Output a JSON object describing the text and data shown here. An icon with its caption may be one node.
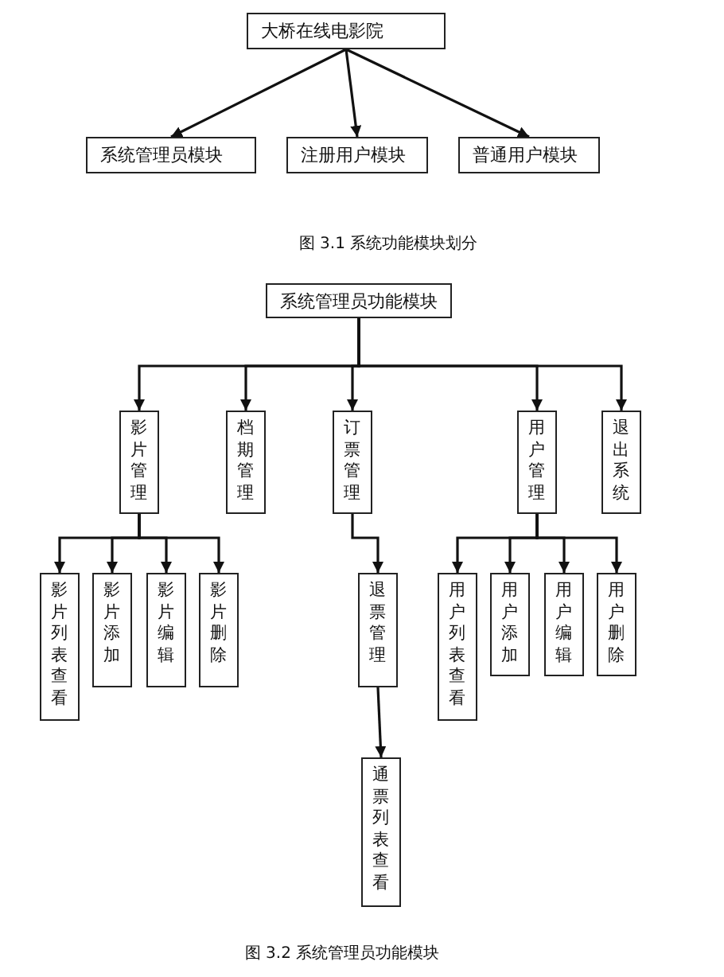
{
  "diagram": {
    "nodes": [
      {
        "text": [
          "大桥在线电影院"
        ]
      },
      {
        "text": [
          "系统管理员模块"
        ]
      },
      {
        "text": [
          "注册用户模块"
        ]
      },
      {
        "text": [
          "普通用户模块"
        ]
      },
      {
        "text": [
          "系统管理员功能模块"
        ]
      },
      {
        "text": [
          "影片管理"
        ]
      },
      {
        "text": [
          "档期管理"
        ]
      },
      {
        "text": [
          "订票管理"
        ]
      },
      {
        "text": [
          "用户管理"
        ]
      },
      {
        "text": [
          "退出系统"
        ]
      },
      {
        "text": [
          "影片列表查看"
        ]
      },
      {
        "text": [
          "影片添加"
        ]
      },
      {
        "text": [
          "影片编辑"
        ]
      },
      {
        "text": [
          "影片删除"
        ]
      },
      {
        "text": [
          "退票管理"
        ]
      },
      {
        "text": [
          "通票列表查看"
        ]
      },
      {
        "text": [
          "用户列表查看"
        ]
      },
      {
        "text": [
          "用户添加"
        ]
      },
      {
        "text": [
          "用户编辑"
        ]
      },
      {
        "text": [
          "用户删除"
        ]
      }
    ],
    "edges": [
      {
        "from": 0,
        "to": 1,
        "arrow": "to"
      },
      {
        "from": 0,
        "to": 2,
        "arrow": "to"
      },
      {
        "from": 0,
        "to": 3,
        "arrow": "to"
      },
      {
        "from": 4,
        "to": 5,
        "arrow": "to"
      },
      {
        "from": 4,
        "to": 6,
        "arrow": "to"
      },
      {
        "from": 4,
        "to": 7,
        "arrow": "to"
      },
      {
        "from": 4,
        "to": 8,
        "arrow": "to"
      },
      {
        "from": 4,
        "to": 9,
        "arrow": "to"
      },
      {
        "from": 5,
        "to": 10,
        "arrow": "to"
      },
      {
        "from": 5,
        "to": 11,
        "arrow": "to"
      },
      {
        "from": 5,
        "to": 12,
        "arrow": "to"
      },
      {
        "from": 5,
        "to": 13,
        "arrow": "to"
      },
      {
        "from": 7,
        "to": 14,
        "arrow": "to"
      },
      {
        "from": 14,
        "to": 15,
        "arrow": "to"
      },
      {
        "from": 8,
        "to": 16,
        "arrow": "to"
      },
      {
        "from": 8,
        "to": 17,
        "arrow": "to"
      },
      {
        "from": 8,
        "to": 18,
        "arrow": "to"
      },
      {
        "from": 8,
        "to": 19,
        "arrow": "to"
      }
    ],
    "labels": [
      "图 3.1 系统功能模块划分",
      "图 3.2 系统管理员功能模块"
    ]
  }
}
